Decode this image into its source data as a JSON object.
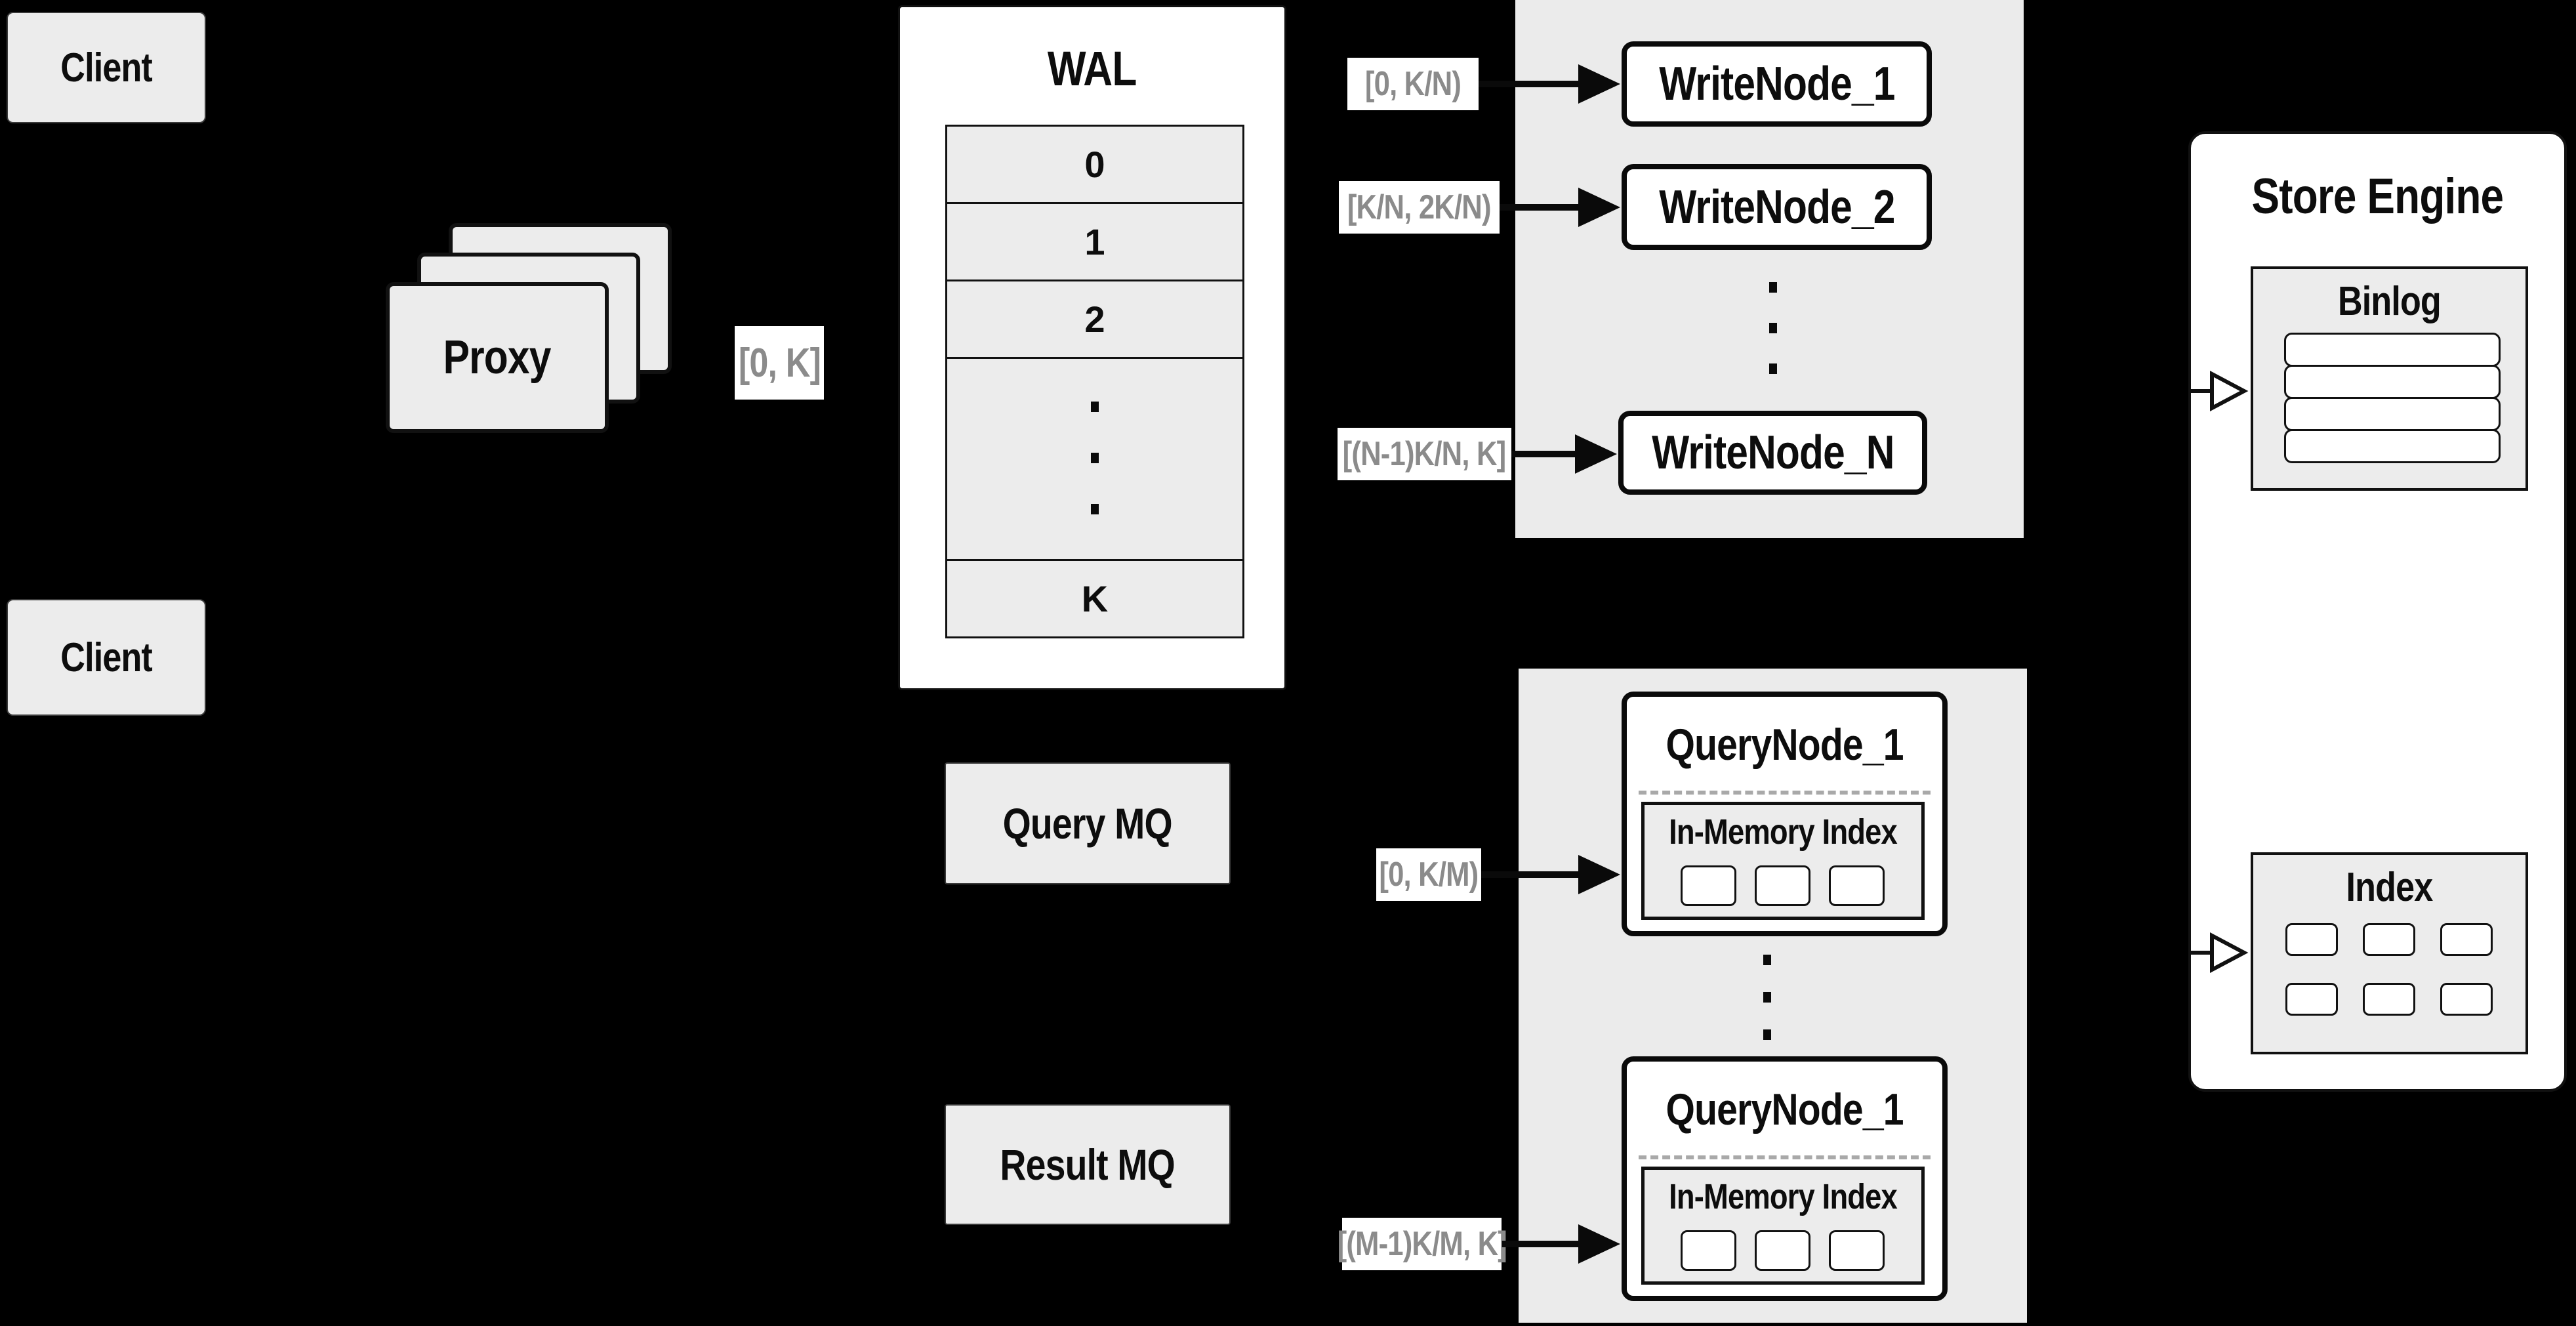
{
  "colors": {
    "background": "#000000",
    "panel_gray": "#ececec",
    "group_gray": "#ebebeb",
    "box_white": "#ffffff",
    "border_black": "#111111",
    "range_label_text": "#8b8b8b"
  },
  "clients": {
    "top": "Client",
    "bottom": "Client"
  },
  "proxy": {
    "label": "Proxy",
    "range_out": "[0, K]"
  },
  "wal": {
    "title": "WAL",
    "segments": [
      "0",
      "1",
      "2"
    ],
    "ellipsis": "...",
    "last_segment": "K"
  },
  "write_group": {
    "nodes": [
      {
        "label": "WriteNode_1",
        "range": "[0, K/N)"
      },
      {
        "label": "WriteNode_2",
        "range": "[K/N, 2K/N)"
      },
      {
        "label": "WriteNode_N",
        "range": "[(N-1)K/N, K]"
      }
    ]
  },
  "store_engine": {
    "title": "Store Engine",
    "binlog": {
      "title": "Binlog",
      "row_count": 4
    },
    "index": {
      "title": "Index",
      "cell_count": 6
    }
  },
  "mq": {
    "query": "Query MQ",
    "result": "Result MQ"
  },
  "query_group": {
    "nodes": [
      {
        "title": "QueryNode_1",
        "inner_title": "In-Memory Index",
        "range": "[0, K/M)",
        "cell_count": 3
      },
      {
        "title": "QueryNode_1",
        "inner_title": "In-Memory Index",
        "range": "[(M-1)K/M, K]",
        "cell_count": 3
      }
    ]
  }
}
